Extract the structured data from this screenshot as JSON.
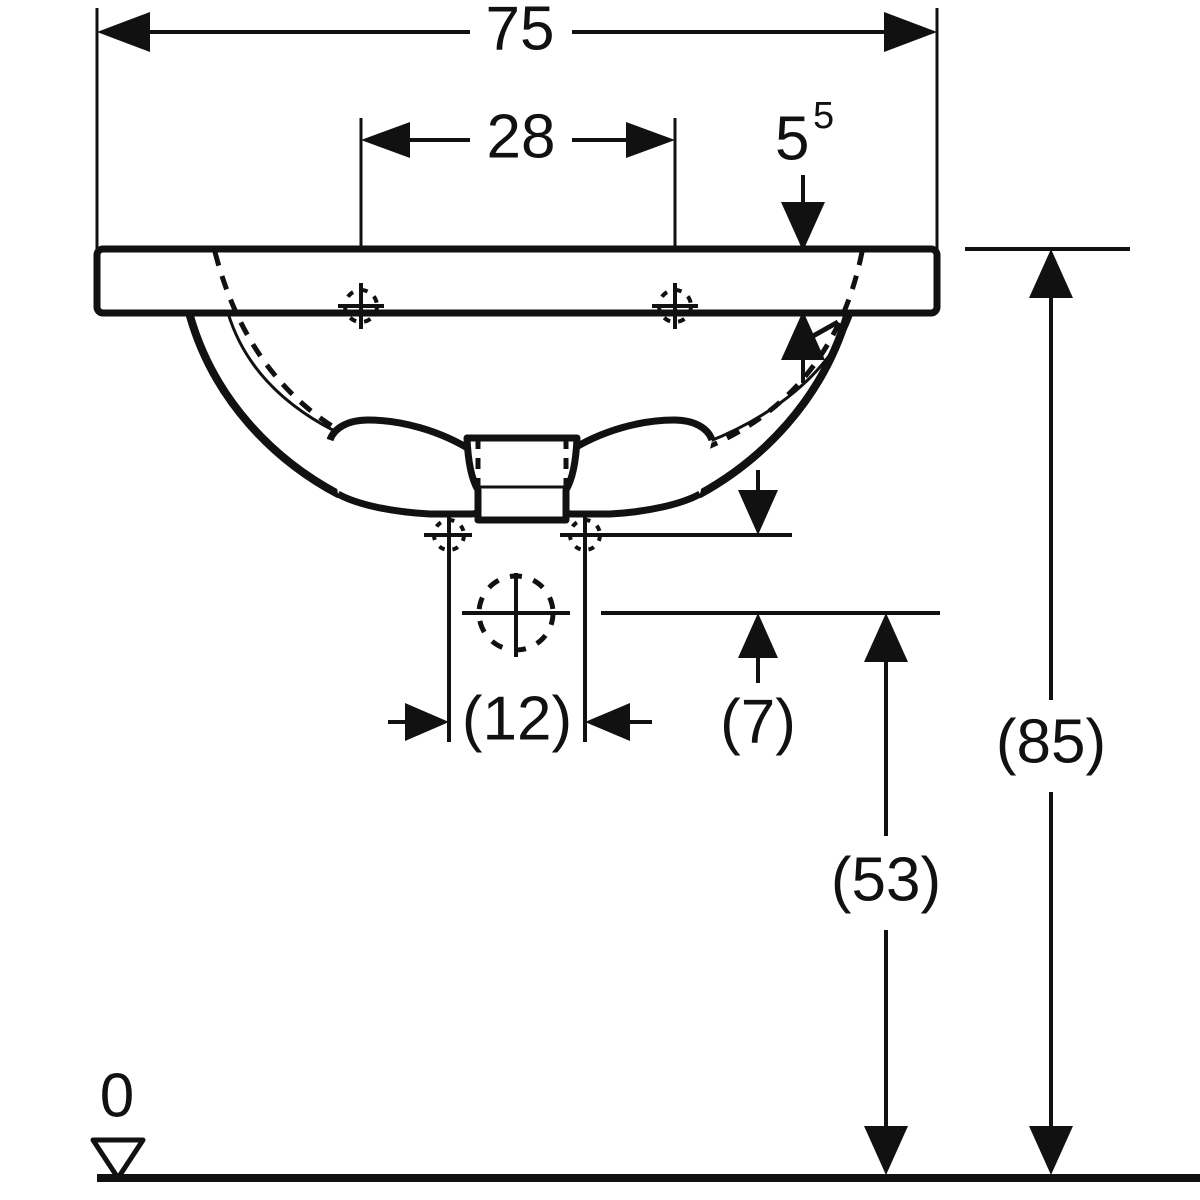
{
  "drawing": {
    "title": "Washbasin technical dimension drawing (front elevation)",
    "units_note": "",
    "line_color": "#111111",
    "background_color": "#ffffff"
  },
  "dimensions": {
    "overall_width": {
      "label": "75",
      "name": "overall-width-dimension",
      "orientation": "horizontal",
      "value": 75
    },
    "tap_hole_spacing": {
      "label": "28",
      "name": "tap-hole-spacing-dimension",
      "orientation": "horizontal",
      "value": 28
    },
    "deck_thickness": {
      "label": "5",
      "superscript": "5",
      "name": "deck-thickness-dimension",
      "orientation": "vertical",
      "value": 5.5
    },
    "waste_offset": {
      "label": "(12)",
      "name": "waste-offset-dimension",
      "orientation": "horizontal",
      "value": 12
    },
    "trap_depth": {
      "label": "(7)",
      "name": "trap-depth-dimension",
      "orientation": "vertical",
      "value": 7
    },
    "waste_height": {
      "label": "(53)",
      "name": "waste-height-dimension",
      "orientation": "vertical",
      "value": 53
    },
    "mounting_height": {
      "label": "(85)",
      "name": "mounting-height-dimension",
      "orientation": "vertical",
      "value": 85
    },
    "datum": {
      "label": "0",
      "name": "floor-datum-marker",
      "symbol": "inverted-triangle"
    }
  },
  "chart_data": {
    "type": "table",
    "title": "Washbasin dimensions",
    "categories": [
      "75",
      "28",
      "5.5",
      "(12)",
      "(7)",
      "(53)",
      "(85)",
      "0"
    ],
    "values": [
      75,
      28,
      5.5,
      12,
      7,
      53,
      85,
      0
    ],
    "xlabel": "",
    "ylabel": ""
  }
}
